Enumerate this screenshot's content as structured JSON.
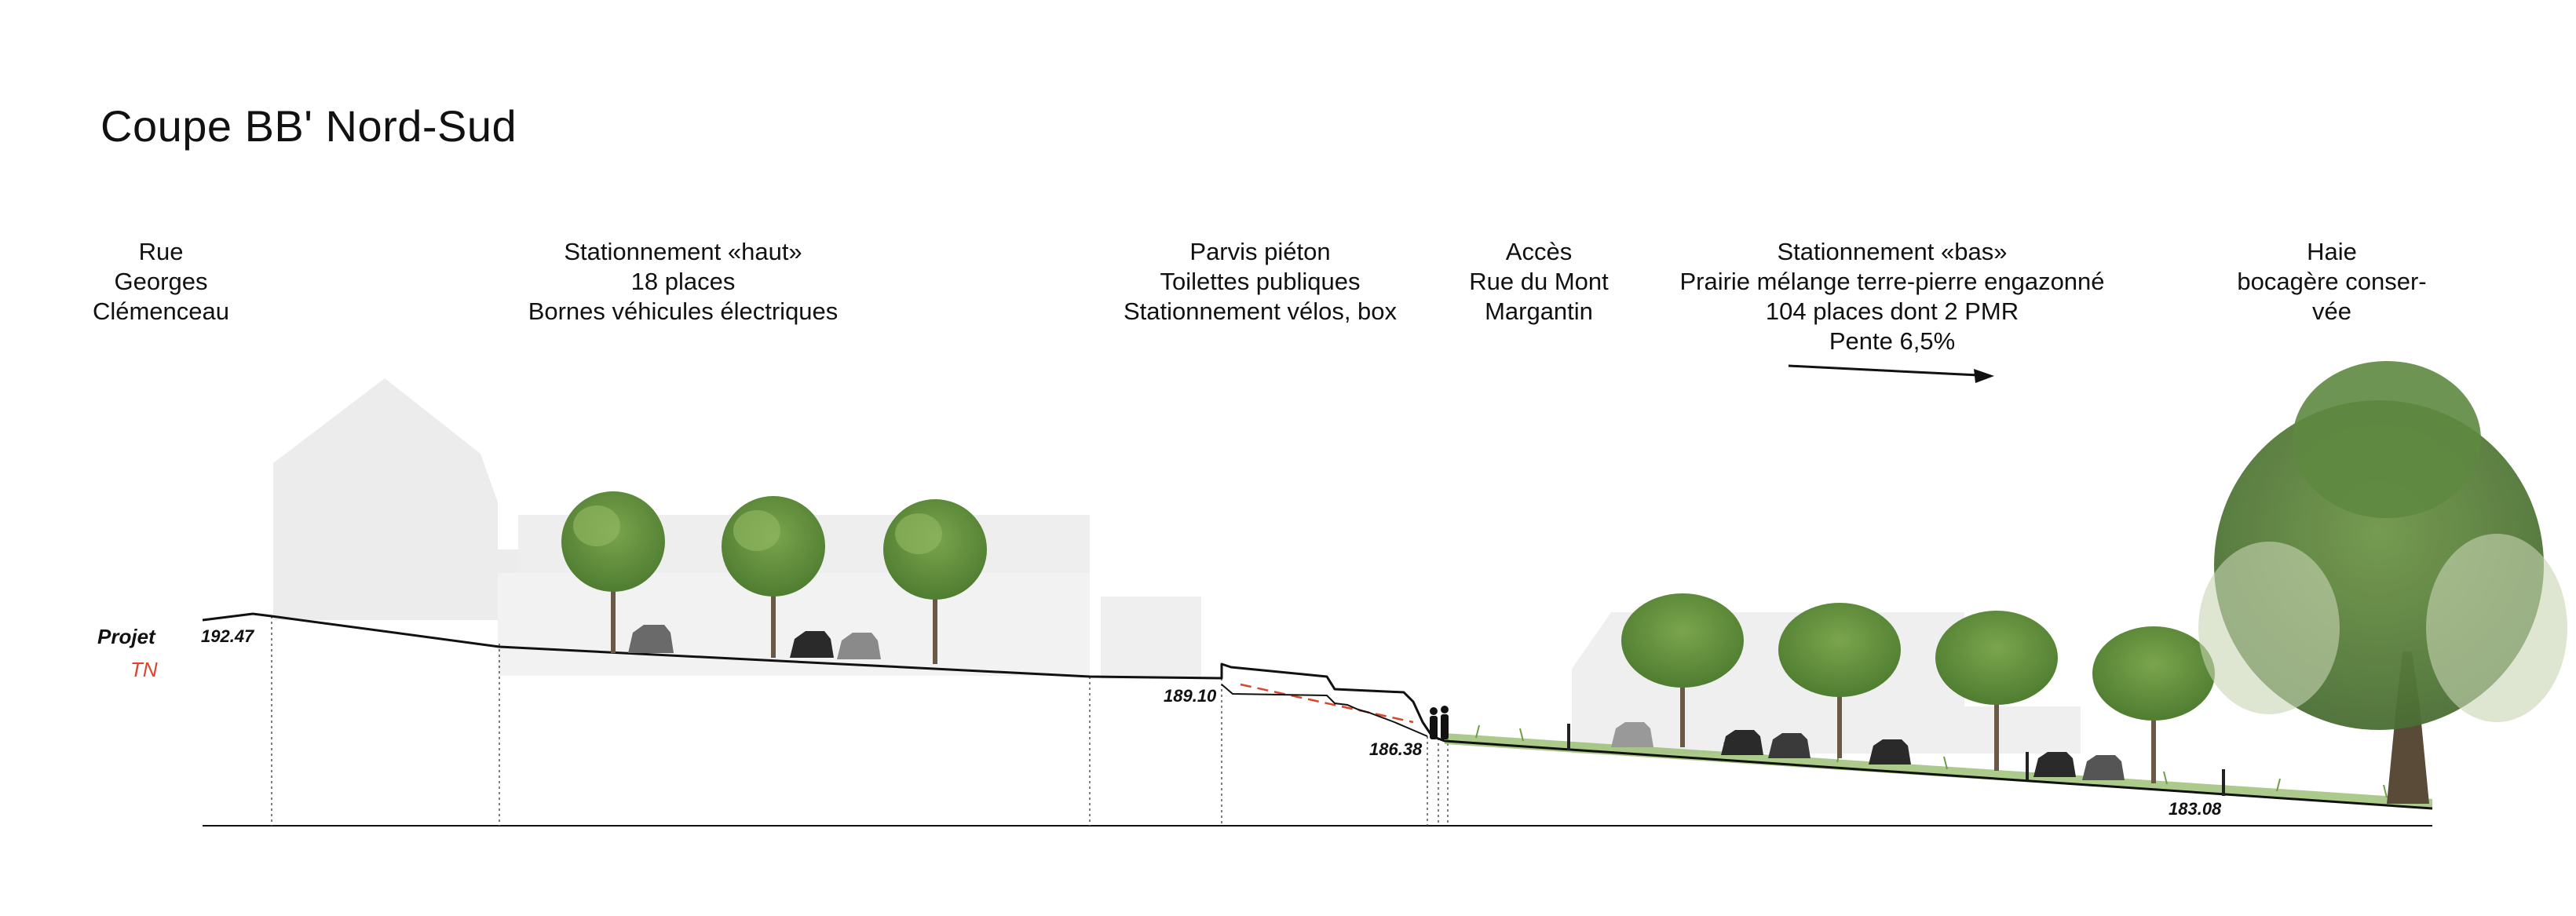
{
  "title": "Coupe BB' Nord-Sud",
  "zones": [
    {
      "id": "rue-georges-clemenceau",
      "lines": [
        "Rue",
        "Georges",
        "Clémenceau"
      ]
    },
    {
      "id": "stationnement-haut",
      "lines": [
        "Stationnement «haut»",
        "18 places",
        "Bornes véhicules électriques"
      ]
    },
    {
      "id": "parvis-pieton",
      "lines": [
        "Parvis piéton",
        "Toilettes publiques",
        "Stationnement vélos, box"
      ]
    },
    {
      "id": "acces",
      "lines": [
        "Accès",
        "Rue du Mont",
        "Margantin"
      ]
    },
    {
      "id": "stationnement-bas",
      "lines": [
        "Stationnement «bas»",
        "Prairie mélange terre-pierre engazonné",
        "104 places dont 2 PMR",
        "Pente 6,5%"
      ]
    },
    {
      "id": "haie",
      "lines": [
        "Haie",
        "bocagère conser-",
        "vée"
      ]
    }
  ],
  "legend": {
    "projet": "Projet",
    "tn": "TN"
  },
  "elevations": [
    "192.47",
    "189.10",
    "186.38",
    "183.08"
  ],
  "colors": {
    "ground_line": "#111111",
    "tn_line": "#d8462c",
    "building": "#ececec",
    "tree": "#5f8f3c",
    "car": "#6a6a6a",
    "grass": "#7aa752"
  }
}
